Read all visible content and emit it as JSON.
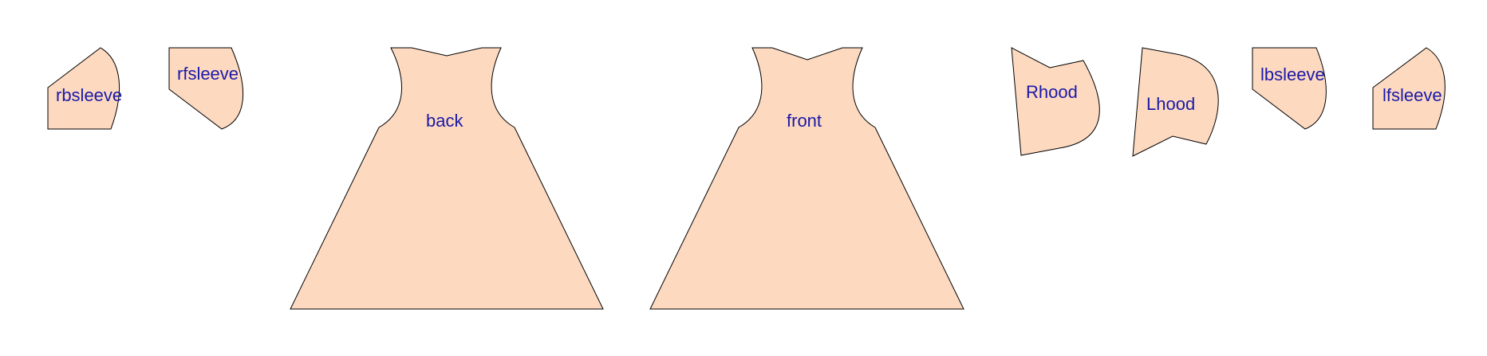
{
  "colors": {
    "piece_fill": "#fdd9c0",
    "piece_stroke": "#000000",
    "label_color": "#1a1aa8",
    "background": "#ffffff"
  },
  "pieces": {
    "rbsleeve": "rbsleeve",
    "rfsleeve": "rfsleeve",
    "back": "back",
    "front": "front",
    "rhood": "Rhood",
    "lhood": "Lhood",
    "lbsleeve": "lbsleeve",
    "lfsleeve": "lfsleeve"
  }
}
